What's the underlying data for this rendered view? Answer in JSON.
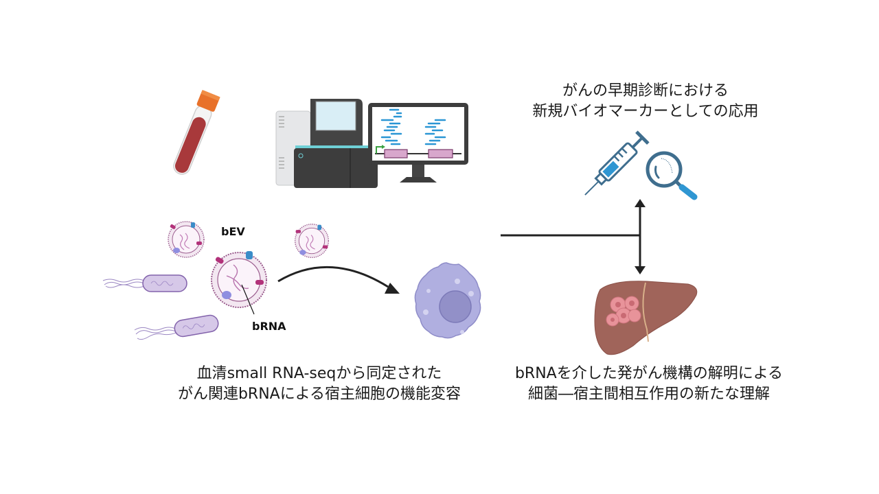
{
  "labels": {
    "bev": "bEV",
    "brna": "bRNA"
  },
  "captions": {
    "top_right": {
      "line1": "がんの早期診断における",
      "line2": "新規バイオマーカーとしての応用"
    },
    "bottom_left": {
      "line1": "血清small RNA-seqから同定された",
      "line2": "がん関連bRNAによる宿主細胞の機能変容"
    },
    "bottom_right": {
      "line1": "bRNAを介した発がん機構の解明による",
      "line2": "細菌―宿主間相互作用の新たな理解"
    }
  },
  "colors": {
    "blood": "#a8393b",
    "tube_cap": "#e8712a",
    "sequencer_dark": "#3d3d3d",
    "screen_reads": "#2a96d4",
    "gene_box": "#d8a7cc",
    "vesicle": "#9b5d8e",
    "bacteria": "#c9b8de",
    "host_cell": "#a9a8dc",
    "syringe": "#3f6e8e",
    "syringe_fill": "#2f96d2",
    "liver": "#a0645a",
    "tumor": "#e8939a",
    "arrow": "#222222"
  }
}
